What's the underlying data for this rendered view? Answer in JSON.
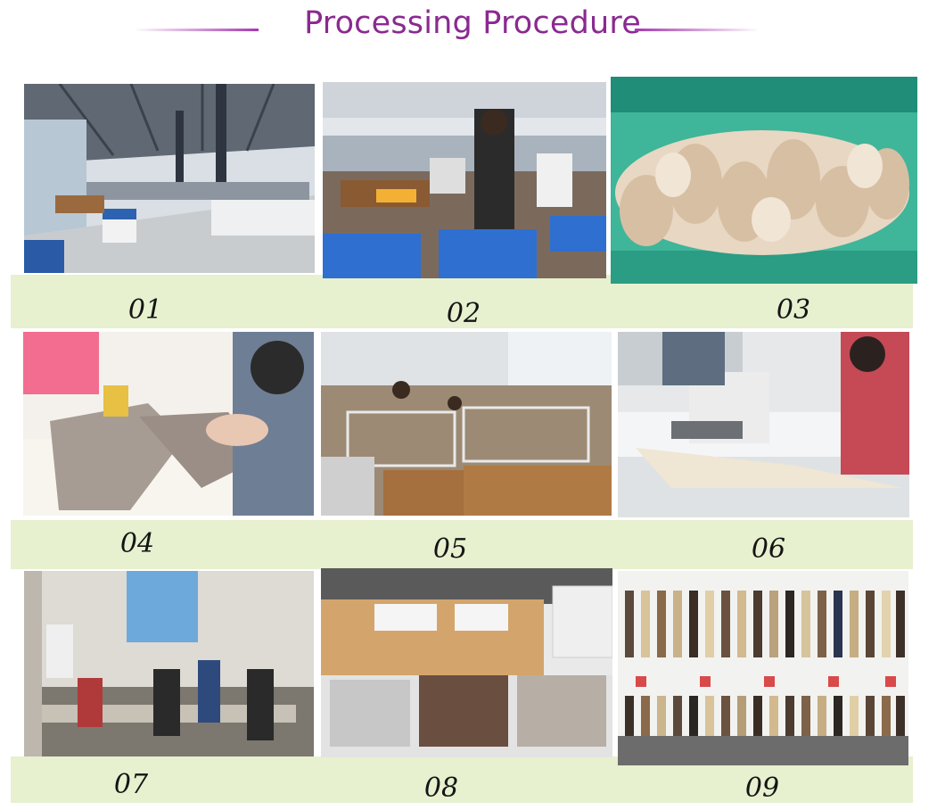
{
  "title": "Processing Procedure",
  "steps": [
    {
      "number": "01"
    },
    {
      "number": "02"
    },
    {
      "number": "03"
    },
    {
      "number": "04"
    },
    {
      "number": "05"
    },
    {
      "number": "06"
    },
    {
      "number": "07"
    },
    {
      "number": "08"
    },
    {
      "number": "09"
    }
  ],
  "colors": {
    "title": "#8a2a90",
    "accent_rule": "#a63ab0",
    "caption_band": "#e7f0cf"
  }
}
